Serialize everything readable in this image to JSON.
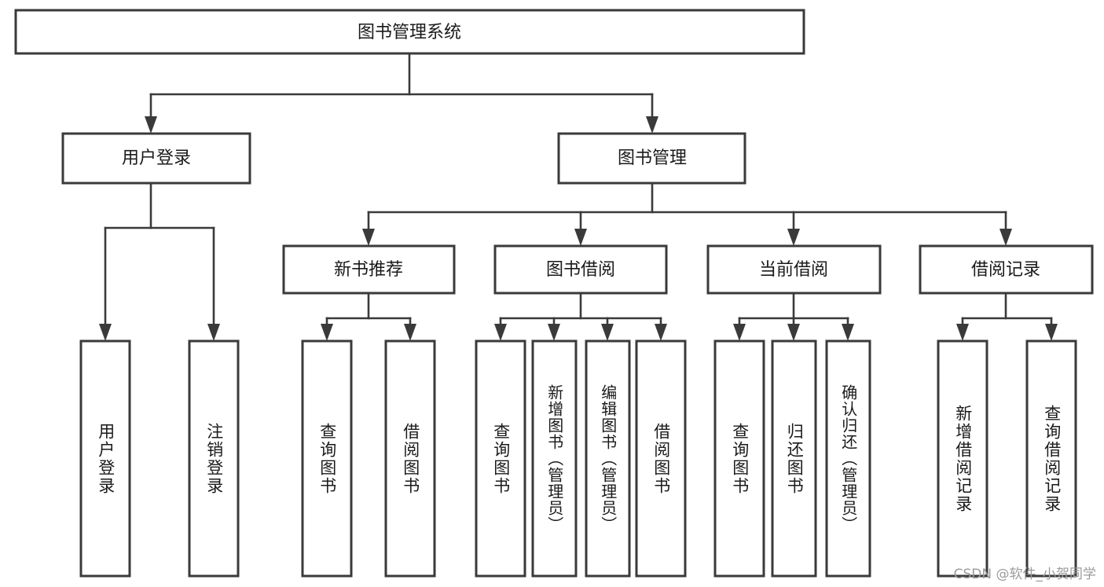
{
  "diagram": {
    "type": "tree-hierarchy-chart",
    "title_node": {
      "label": "图书管理系统",
      "orientation": "horizontal"
    },
    "level2": [
      {
        "label": "用户登录",
        "orientation": "horizontal"
      },
      {
        "label": "图书管理",
        "orientation": "horizontal"
      }
    ],
    "level3": [
      {
        "label": "新书推荐",
        "orientation": "horizontal"
      },
      {
        "label": "图书借阅",
        "orientation": "horizontal"
      },
      {
        "label": "当前借阅",
        "orientation": "horizontal"
      },
      {
        "label": "借阅记录",
        "orientation": "horizontal"
      }
    ],
    "leaves": {
      "user_login": [
        {
          "label": "用户登录",
          "orientation": "vertical"
        },
        {
          "label": "注销登录",
          "orientation": "vertical"
        }
      ],
      "new_book_recommend": [
        {
          "label": "查询图书",
          "orientation": "vertical"
        },
        {
          "label": "借阅图书",
          "orientation": "vertical"
        }
      ],
      "book_borrow": [
        {
          "label": "查询图书",
          "orientation": "vertical"
        },
        {
          "label": "新增图书（管理员）",
          "orientation": "vertical"
        },
        {
          "label": "编辑图书（管理员）",
          "orientation": "vertical"
        },
        {
          "label": "借阅图书",
          "orientation": "vertical"
        }
      ],
      "current_borrow": [
        {
          "label": "查询图书",
          "orientation": "vertical"
        },
        {
          "label": "归还图书",
          "orientation": "vertical"
        },
        {
          "label": "确认归还（管理员）",
          "orientation": "vertical"
        }
      ],
      "borrow_record": [
        {
          "label": "新增借阅记录",
          "orientation": "vertical"
        },
        {
          "label": "查询借阅记录",
          "orientation": "vertical"
        }
      ]
    },
    "watermark": "CSDN @软件_小贺同学",
    "colors": {
      "box_stroke": "#3a3a3a",
      "box_fill": "#ffffff",
      "text": "#1a1a1a",
      "background": "#ffffff",
      "watermark": "#9b9b9b"
    }
  }
}
